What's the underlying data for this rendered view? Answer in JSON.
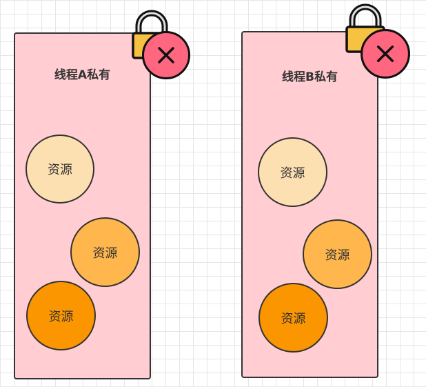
{
  "colors": {
    "panel_fill": "#ffcdd2",
    "resource_light": "#fde0b2",
    "resource_mid": "#ffb74d",
    "resource_dark": "#fb9600",
    "lock_body": "#f7c242",
    "close_badge": "#ff6680",
    "outline": "#333333"
  },
  "threads": [
    {
      "title": "线程A私有",
      "resources": [
        {
          "label": "资源",
          "shade": "light"
        },
        {
          "label": "资源",
          "shade": "mid"
        },
        {
          "label": "资源",
          "shade": "dark"
        }
      ],
      "icons": [
        "lock-icon",
        "close-icon"
      ]
    },
    {
      "title": "线程B私有",
      "resources": [
        {
          "label": "资源",
          "shade": "light"
        },
        {
          "label": "资源",
          "shade": "mid"
        },
        {
          "label": "资源",
          "shade": "dark"
        }
      ],
      "icons": [
        "lock-icon",
        "close-icon"
      ]
    }
  ]
}
